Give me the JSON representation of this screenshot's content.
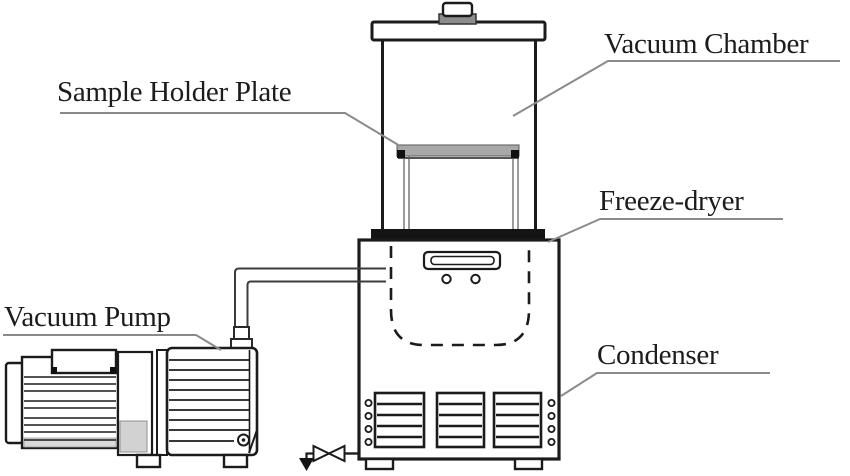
{
  "labels": {
    "vacuum_chamber": "Vacuum Chamber",
    "sample_holder_plate": "Sample Holder Plate",
    "freeze_dryer": "Freeze-dryer",
    "condenser": "Condenser",
    "vacuum_pump": "Vacuum Pump"
  },
  "colors": {
    "line": "#1b1b1b",
    "leader_line": "#8a8a8a",
    "background": "#ffffff",
    "plate_fill": "#a8a8a8",
    "knob_fill": "#8c8c8c",
    "hatch_fill": "#d2d2d2",
    "solid_black": "#141414"
  }
}
